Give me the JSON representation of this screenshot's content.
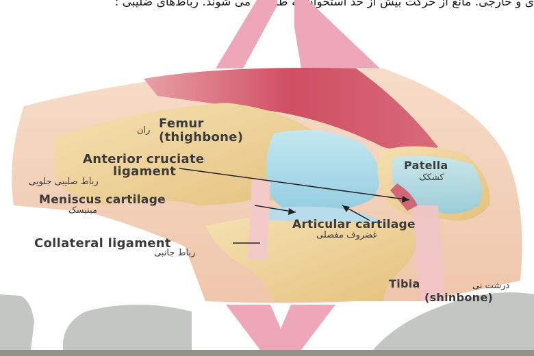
{
  "header": {
    "text": "ی و خارجی. مانع از حرکت بیش از حد استخوان به طرفین می شوند. رباط‌های ضلیبی :"
  },
  "diagram": {
    "labels": {
      "femur": "Femur",
      "femur_fa": "ران",
      "thighbone": "(thighbone)",
      "acl_line1": "Anterior cruciate",
      "acl_line2": "ligament",
      "acl_fa": "رباط صلیبی جلویی",
      "meniscus": "Meniscus cartilage",
      "meniscus_fa": "مینیسک",
      "collateral": "Collateral ligament",
      "collateral_fa": "رباط جانبی",
      "patella": "Patella",
      "patella_fa": "کشکک",
      "articular": "Articular cartilage",
      "articular_fa": "غضروف مفصلی",
      "tibia": "Tibia",
      "tibia_fa": "درشت نی",
      "shinbone": "(shinbone)"
    }
  },
  "colors": {
    "pink_shape": "#eda7b8",
    "gray_shape": "#c4c6c3",
    "bottom_bar": "#8e9388",
    "muscle": "#d45a6c",
    "bone": "#f0d49a",
    "cartilage": "#a9d9e6",
    "skin": "#f3d2bc"
  }
}
